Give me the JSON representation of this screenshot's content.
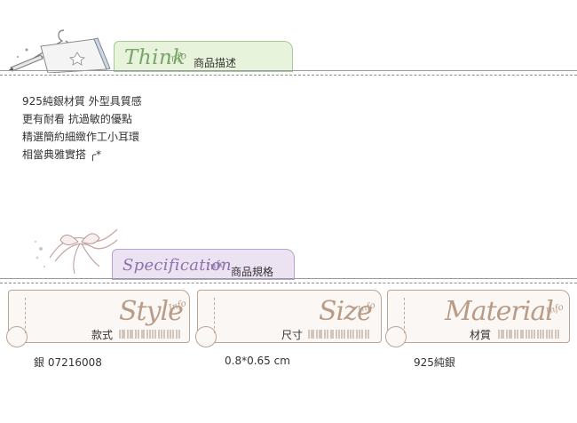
{
  "think_section": {
    "script_title": "Think",
    "info": "Info",
    "label": "商品描述"
  },
  "description": {
    "lines": [
      "925純銀材質 外型具質感",
      "更有耐看 抗過敏的優點",
      "精選簡約細緻作工小耳環",
      "相當典雅實搭 ╭*"
    ]
  },
  "spec_section": {
    "script_title": "Specification",
    "info": "Info",
    "label": "商品規格"
  },
  "spec_cards": [
    {
      "script": "Style",
      "info": "Info",
      "label": "款式",
      "value": "銀 07216008"
    },
    {
      "script": "Size",
      "info": "Info",
      "label": "尺寸",
      "value": "0.8*0.65 cm"
    },
    {
      "script": "Material",
      "info": "Info",
      "label": "材質",
      "value": "925純銀"
    }
  ],
  "colors": {
    "think_tab": "#e8f3dc",
    "think_script": "#7aa46a",
    "spec_tab": "#ebe2f2",
    "spec_script": "#8e72ad",
    "card_script": "#b89c87"
  },
  "icons": [
    "hanger-notebook-pencil-illustration",
    "ribbon-bow-illustration"
  ]
}
